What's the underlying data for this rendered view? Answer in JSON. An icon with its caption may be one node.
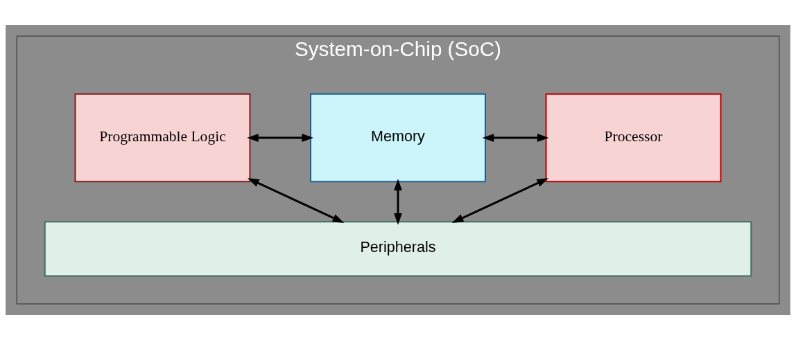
{
  "diagram": {
    "nodes": [
      {
        "text": [
          "System-on-Chip (SoC)"
        ]
      },
      {
        "text": [
          "Programmable Logic"
        ],
        "in": 0
      },
      {
        "text": [
          "Memory"
        ],
        "in": 0
      },
      {
        "text": [
          "Processor"
        ],
        "in": 0
      },
      {
        "text": [
          "Peripherals"
        ],
        "in": 0
      }
    ],
    "edges": [
      {
        "from": 1,
        "to": 2,
        "arrow": "both"
      },
      {
        "from": 2,
        "to": 3,
        "arrow": "both"
      },
      {
        "from": 1,
        "to": 4,
        "arrow": "both"
      },
      {
        "from": 2,
        "to": 4,
        "arrow": "both"
      },
      {
        "from": 3,
        "to": 4,
        "arrow": "both"
      }
    ]
  }
}
